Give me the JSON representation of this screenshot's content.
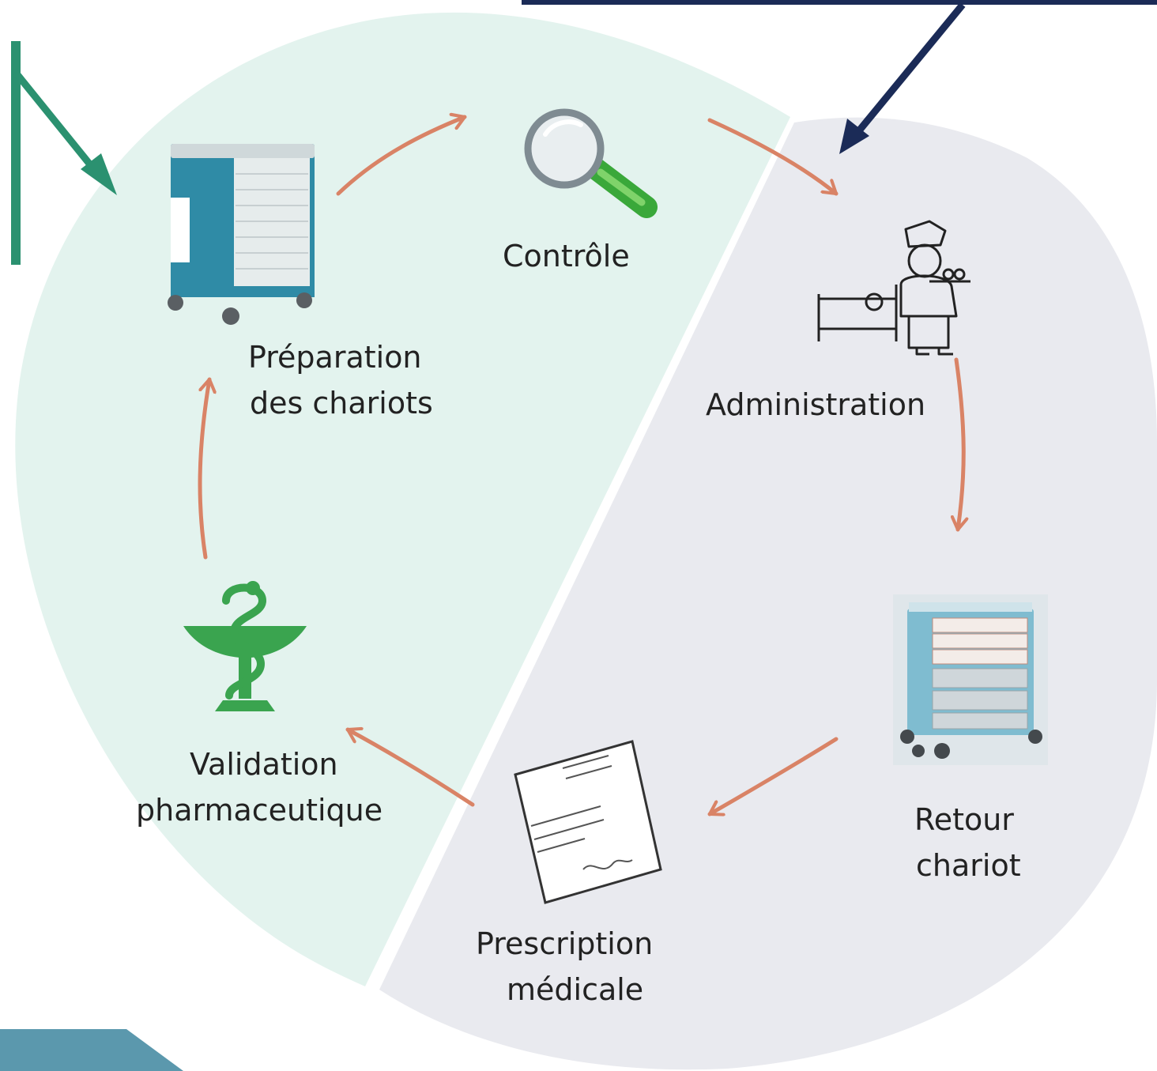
{
  "steps": {
    "preparation": {
      "line1": "Préparation",
      "line2": "des chariots",
      "icon": "medication-cart-icon"
    },
    "controle": {
      "line1": "Contrôle",
      "icon": "magnifying-glass-icon"
    },
    "administration": {
      "line1": "Administration",
      "icon": "nurse-at-bedside-icon"
    },
    "retour": {
      "line1": "Retour",
      "line2": "chariot",
      "icon": "drawer-cart-icon"
    },
    "prescription": {
      "line1": "Prescription",
      "line2": "médicale",
      "icon": "prescription-document-icon"
    },
    "validation": {
      "line1": "Validation",
      "line2": "pharmaceutique",
      "icon": "pharmacy-caduceus-icon"
    }
  },
  "colors": {
    "left_region": "#e3f3ee",
    "right_region": "#e9eaef",
    "cycle_arrow": "#d98366",
    "top_banner": "#1b2b57",
    "pointer_green": "#2b9170",
    "corner_tab": "#5b98ad"
  }
}
